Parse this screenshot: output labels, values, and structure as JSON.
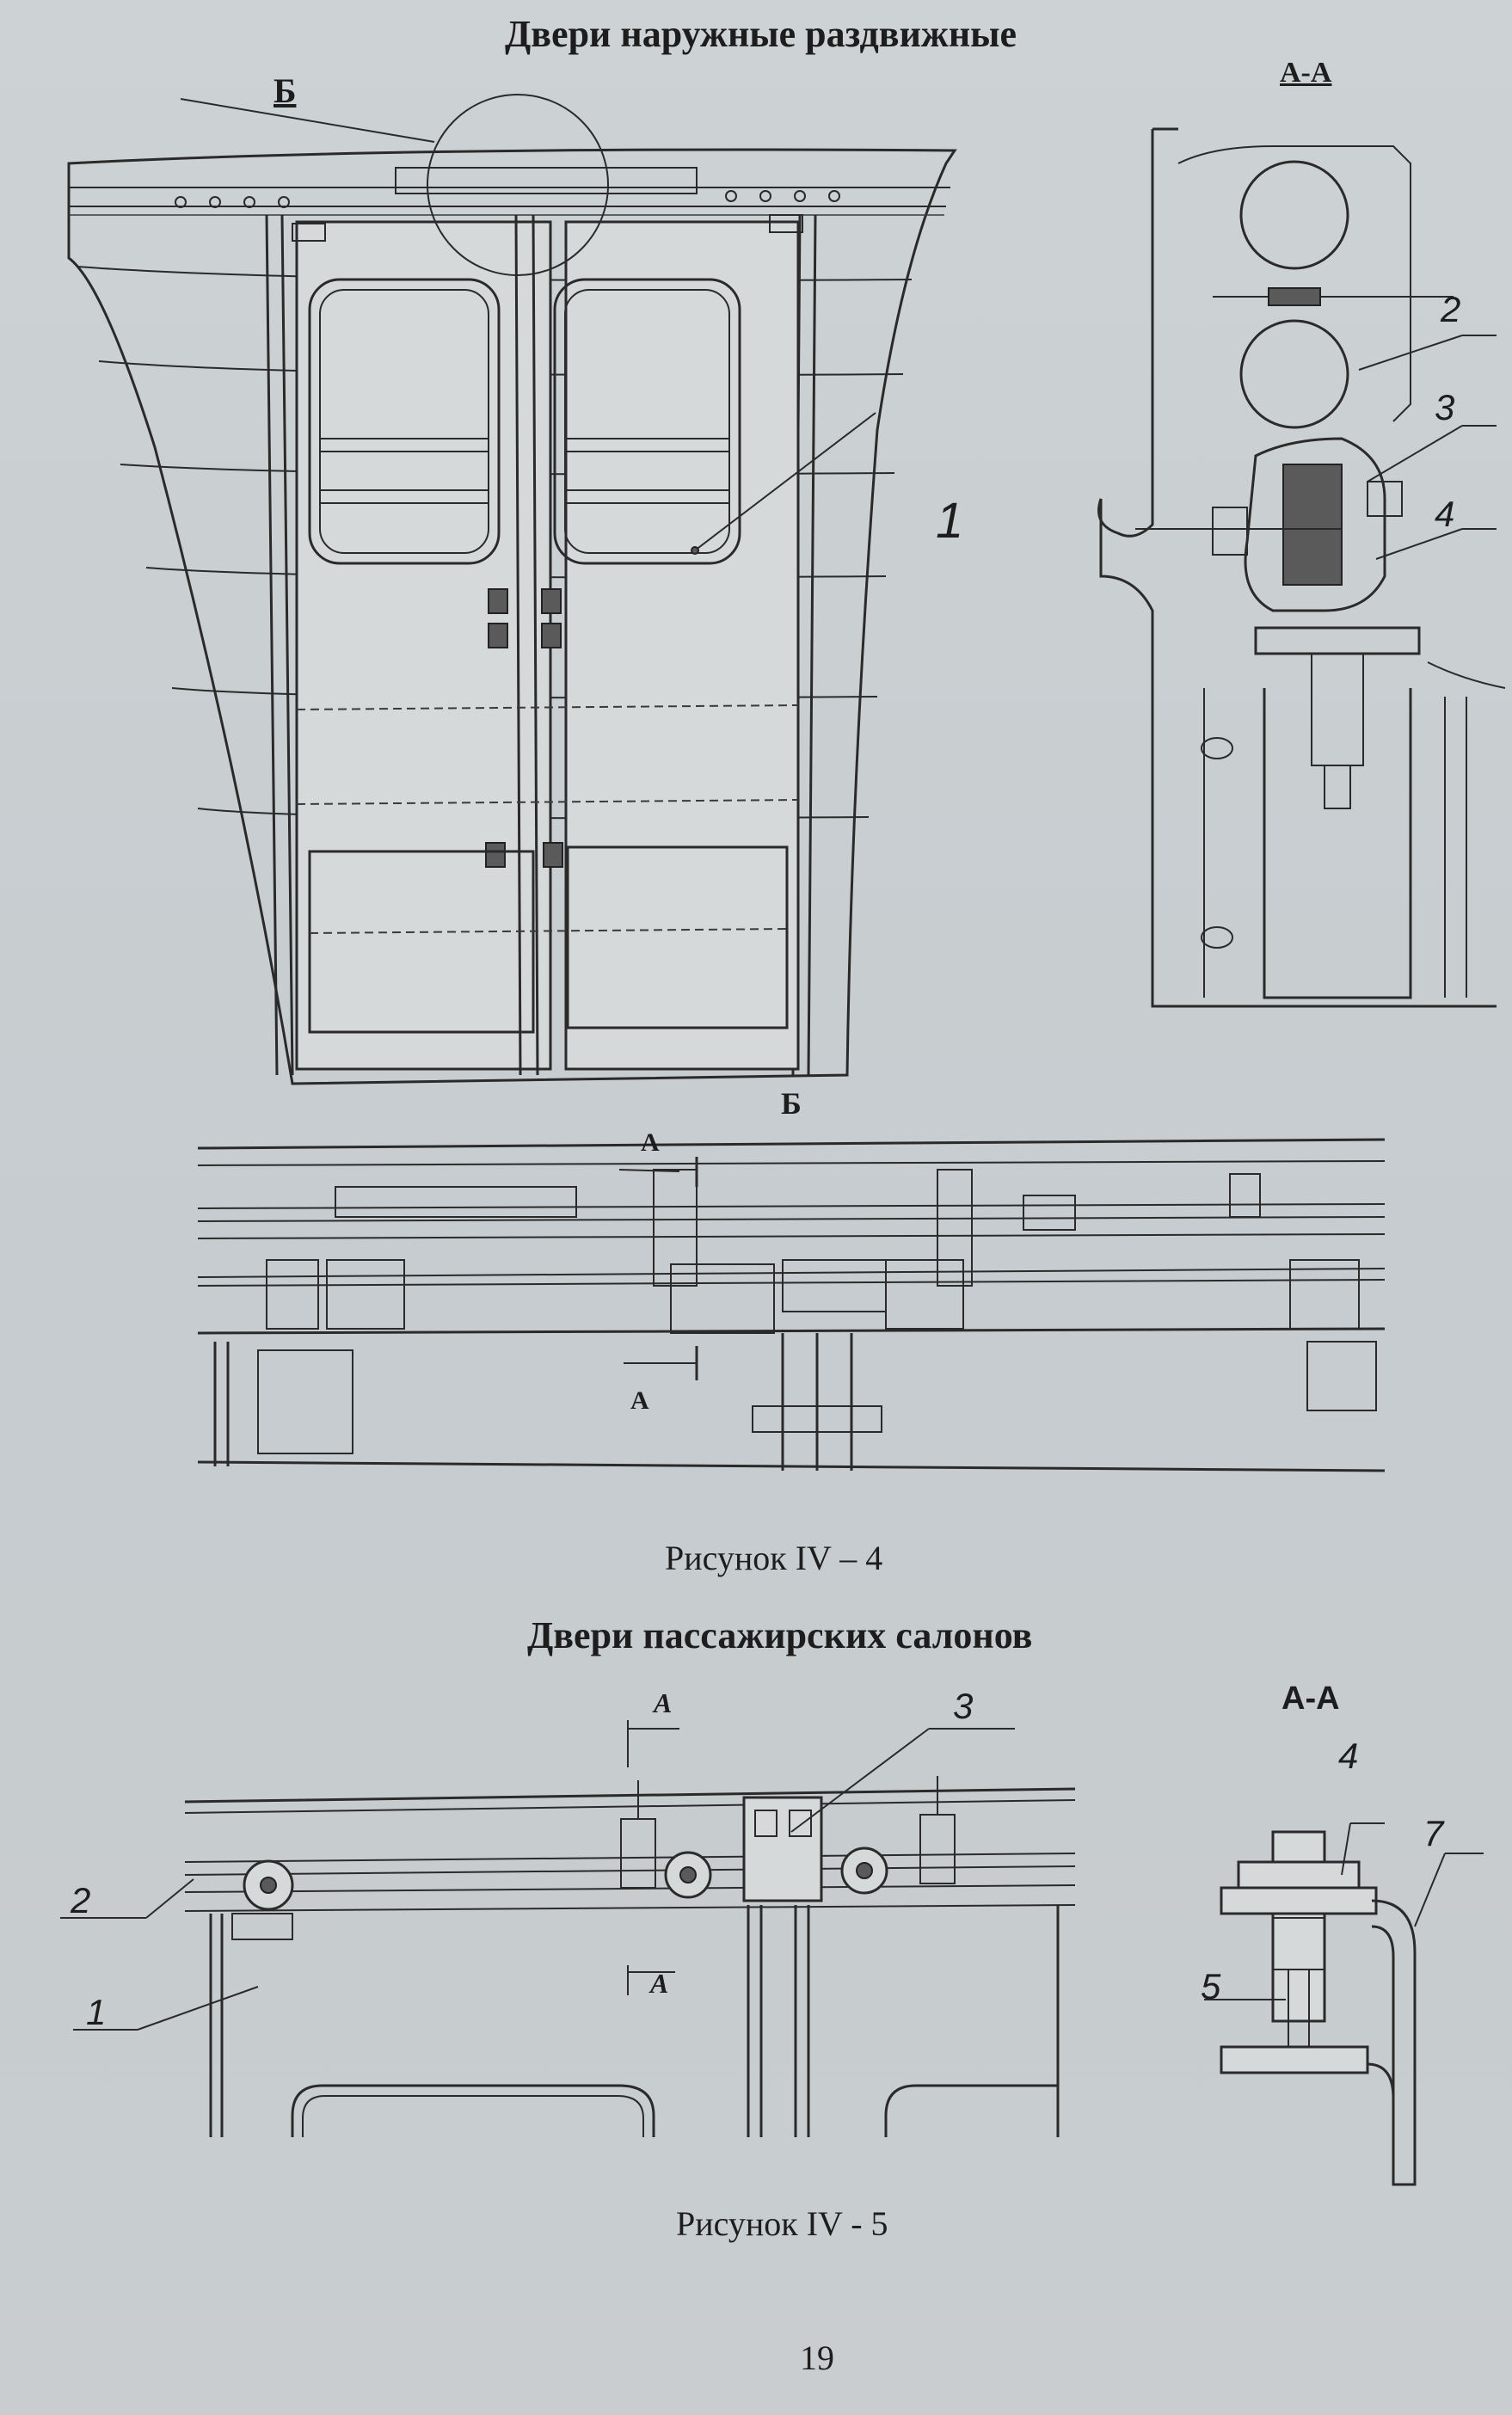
{
  "figure_iv4": {
    "title": "Двери наружные раздвижные",
    "view_b_marker": "Б",
    "callout_1": "1",
    "section_aa_title": "А-А",
    "section_callouts": [
      "2",
      "3",
      "4"
    ],
    "detail_b_title": "Б",
    "cut_label_top": "А",
    "cut_label_bottom": "А",
    "caption": "Рисунок IV – 4"
  },
  "figure_iv5": {
    "title": "Двери пассажирских салонов",
    "cut_label_top": "А",
    "cut_label_bottom": "А",
    "callout_3": "3",
    "callout_2": "2",
    "callout_1": "1",
    "section_aa_title": "А-А",
    "section_callouts": [
      "4",
      "7",
      "5"
    ],
    "caption": "Рисунок IV - 5"
  },
  "page_number": "19"
}
